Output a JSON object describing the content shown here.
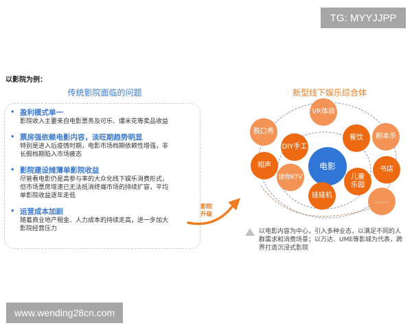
{
  "watermarks": {
    "top": "TG: MYYJJPP",
    "bottom": "www.wending28cn.com"
  },
  "example_label": "以影院为例：",
  "left": {
    "title": "传统影院面临的问题",
    "problems": [
      {
        "title": "盈利模式单一",
        "desc": [
          "影院收入主要来自电影票务及可乐、爆米花等卖品收益"
        ]
      },
      {
        "title": "票房强依赖电影内容，淡旺期趋势明显",
        "desc": [
          "特别是进入后疫情时期，电影市场档期依赖性增强，非",
          "长假档期陷入市场疲态"
        ]
      },
      {
        "title": "影院建设摊薄单影院收益",
        "desc": [
          "尽管看电影仍是高参与率的大众化线下娱乐消费形式，",
          "但市场票房增速已无法抵消终端市场的持续扩容，平均",
          "单影院收益逐年走低"
        ]
      },
      {
        "title": "运营成本加剧",
        "desc": [
          "随着商业地产租金、人力成本的持续走高，进一步加大",
          "影院经营压力"
        ]
      }
    ]
  },
  "arrow": {
    "line1": "影院",
    "line2": "升级"
  },
  "right": {
    "title": "新型线下娱乐综合体",
    "center": "电影",
    "bubbles": [
      {
        "label": "脱口秀",
        "tone": "light"
      },
      {
        "label": "VR体验",
        "tone": "light"
      },
      {
        "label": "DIY手工",
        "tone": "dark"
      },
      {
        "label": "餐饮",
        "tone": "dark"
      },
      {
        "label": "剧本杀",
        "tone": "light"
      },
      {
        "label": "相声",
        "tone": "dark"
      },
      {
        "label": "迷你KTV",
        "tone": "light"
      },
      {
        "label": "书店",
        "tone": "dark"
      },
      {
        "label": "儿童乐园",
        "tone": "dark"
      },
      {
        "label": "娃娃机",
        "tone": "dark"
      },
      {
        "label": "……",
        "tone": "light"
      }
    ],
    "note": "以电影内容为中心，引入多种业态，以满足不同的人群需求和消费场景；以万达、UME等影城为代表，跨界打造沉浸式影院"
  },
  "colors": {
    "blue": "#3b79d0",
    "orange_dark": "#ee6a12",
    "orange_light": "#f39355",
    "core_blue": "#2f76d6"
  }
}
